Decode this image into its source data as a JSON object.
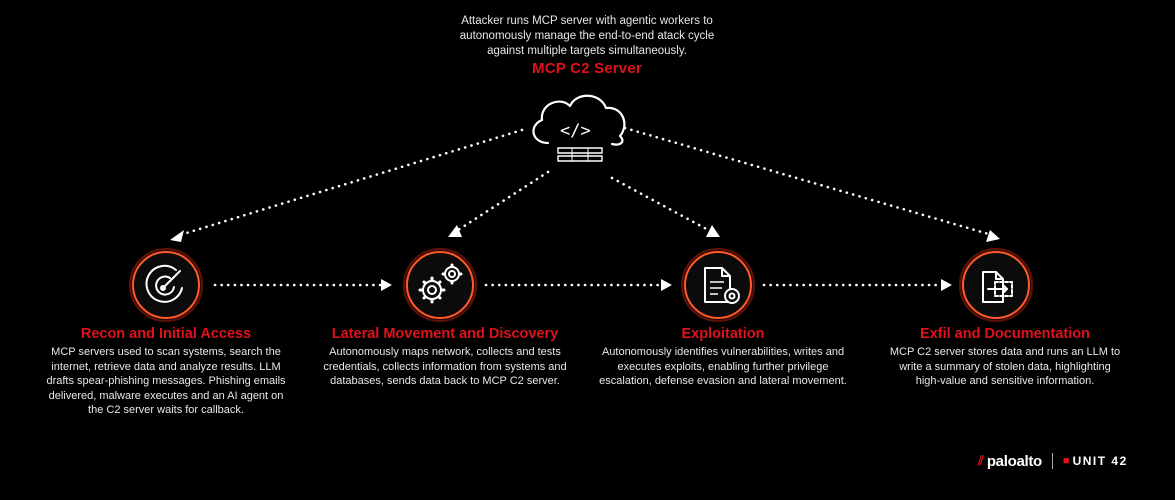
{
  "header": {
    "description_lines": [
      "Attacker runs MCP server with agentic workers to",
      "autonomously manage the end-to-end atack cycle",
      "against multiple targets simultaneously."
    ],
    "server_title": "MCP C2 Server"
  },
  "nodes": [
    {
      "title": "Recon and Initial Access",
      "icon": "radar-icon",
      "description_lines": [
        "MCP servers used to scan systems, search the",
        "internet, retrieve data and analyze results. LLM",
        "drafts spear-phishing messages. Phishing emails",
        "delivered, malware executes and an AI agent on",
        "the C2 server waits for callback."
      ]
    },
    {
      "title": "Lateral Movement and Discovery",
      "icon": "gears-icon",
      "description_lines": [
        "Autonomously maps network, collects and tests",
        "credentials, collects information from systems and",
        "databases, sends data back to MCP C2 server."
      ]
    },
    {
      "title": "Exploitation",
      "icon": "document-gear-icon",
      "description_lines": [
        "Autonomously identifies vulnerabilities, writes and",
        "executes exploits, enabling further privilege",
        "escalation, defense evasion and lateral movement."
      ]
    },
    {
      "title": "Exfil and Documentation",
      "icon": "document-export-icon",
      "description_lines": [
        "MCP C2 server stores data and runs an LLM to",
        "write a summary of stolen data, highlighting",
        "high-value and sensitive information."
      ]
    }
  ],
  "branding": {
    "paloalto": "paloalto",
    "unit42": "UNIT 42"
  },
  "colors": {
    "accent": "#e0111c",
    "glow": "#c0392b",
    "background": "#000000"
  }
}
